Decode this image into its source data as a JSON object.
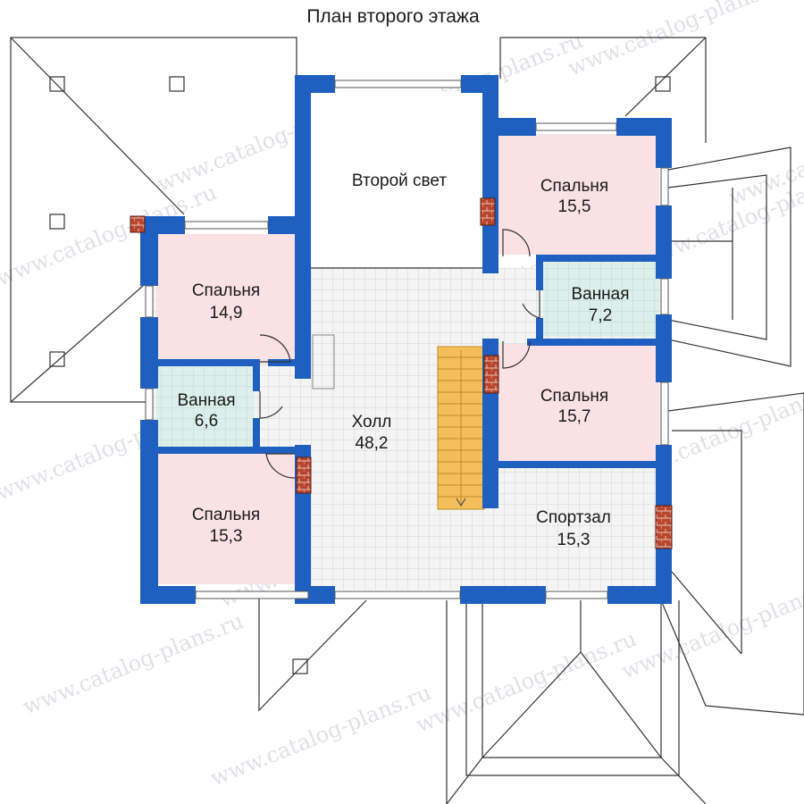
{
  "title": "План второго этажа",
  "watermark": "www.catalog-plans.ru",
  "colors": {
    "wall": "#1f5fbf",
    "bedroom": "#f9e1e4",
    "bath": "#dcefea",
    "hall": "#f3f3f3",
    "stair": "#f4bf5a",
    "chimney": "#b8452e",
    "roof_line": "#333333"
  },
  "rooms": {
    "second_light": {
      "name": "Второй свет",
      "area": ""
    },
    "bedroom_top_right": {
      "name": "Спальня",
      "area": "15,5"
    },
    "bedroom_left_top": {
      "name": "Спальня",
      "area": "14,9"
    },
    "bath_right": {
      "name": "Ванная",
      "area": "7,2"
    },
    "bath_left": {
      "name": "Ванная",
      "area": "6,6"
    },
    "bedroom_right_mid": {
      "name": "Спальня",
      "area": "15,7"
    },
    "hall": {
      "name": "Холл",
      "area": "48,2"
    },
    "bedroom_left_bottom": {
      "name": "Спальня",
      "area": "15,3"
    },
    "gym": {
      "name": "Спортзал",
      "area": "15,3"
    }
  }
}
